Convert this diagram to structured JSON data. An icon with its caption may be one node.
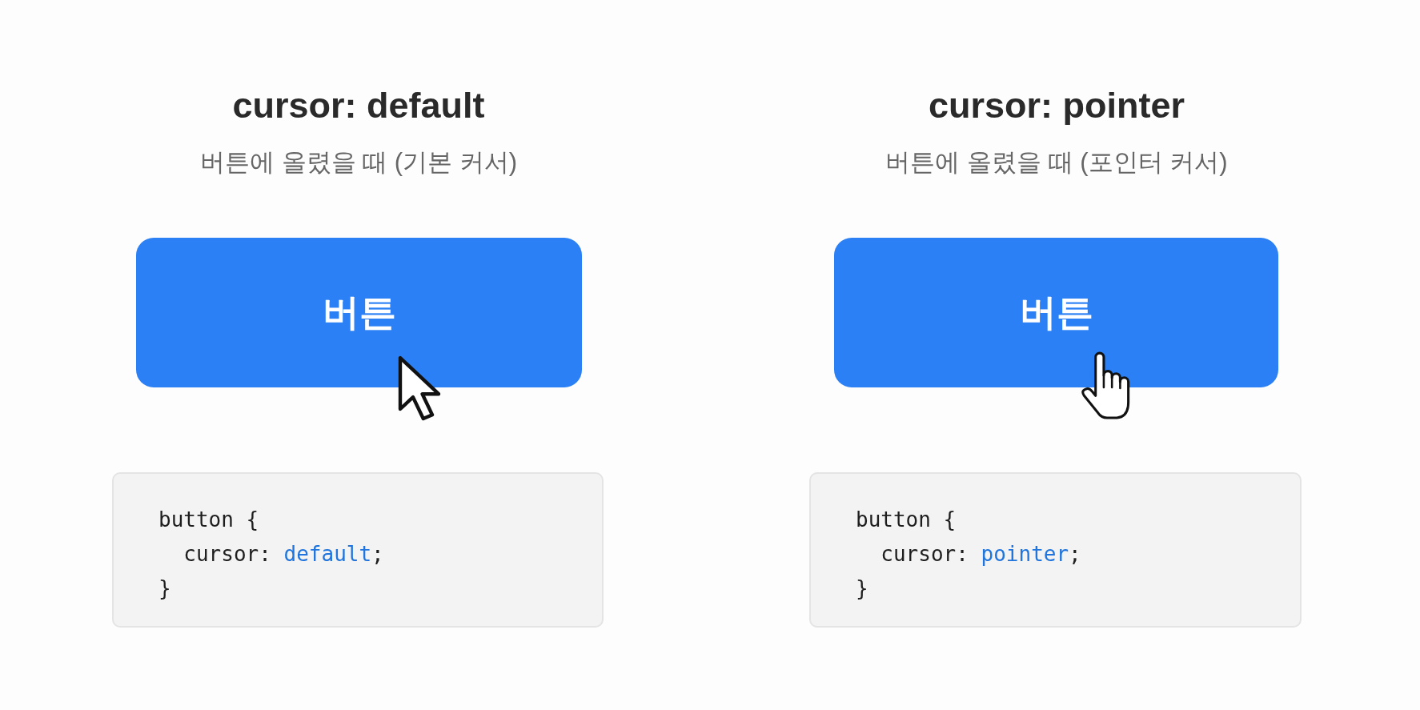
{
  "diagram": {
    "nodes": [
      {
        "text": [
          "버튼"
        ]
      },
      {
        "text": [
          "버튼"
        ]
      },
      {
        "text": [
          "button {",
          "cursor: default;",
          "}"
        ]
      },
      {
        "text": [
          "button {",
          "cursor: pointer;",
          "}"
        ]
      }
    ],
    "labels": [
      "cursor: default",
      "cursor: pointer",
      "버튼에 올렸을 때 (기본 커서)",
      "버튼에 올렸을 때 (포인터 커서)"
    ]
  }
}
